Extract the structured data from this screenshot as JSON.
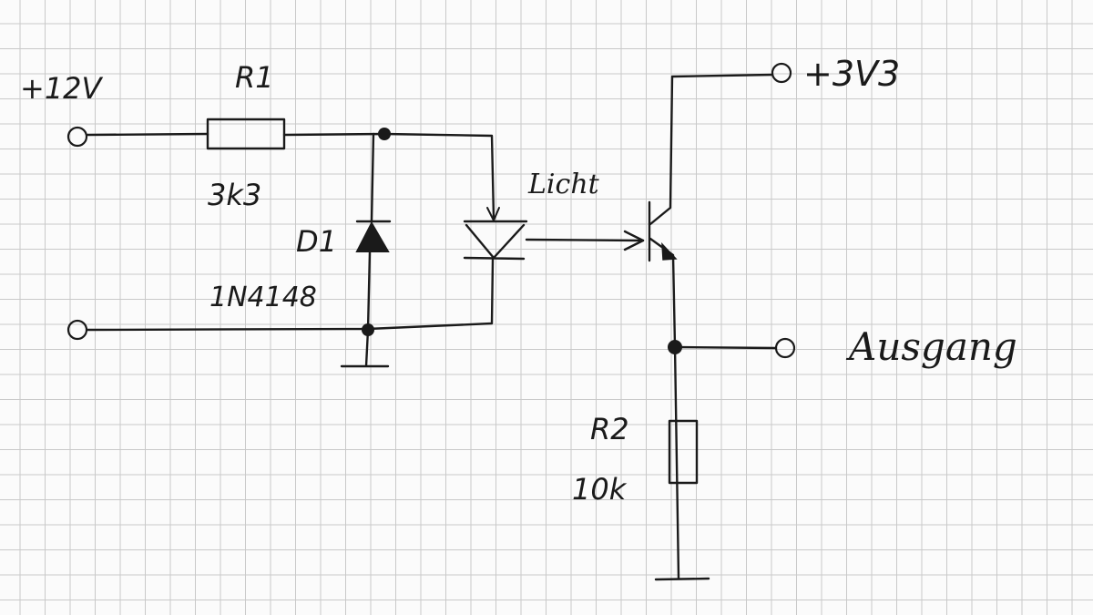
{
  "labels": {
    "supply_in": "+12V",
    "r1_name": "R1",
    "r1_value": "3k3",
    "d1_name": "D1",
    "d1_part": "1N4148",
    "light": "Licht",
    "supply_out": "+3V3",
    "output": "Ausgang",
    "r2_name": "R2",
    "r2_value": "10k"
  },
  "colors": {
    "ink": "#1a1a1a",
    "grid": "#c9c9c9",
    "paper": "#fbfbfb"
  }
}
